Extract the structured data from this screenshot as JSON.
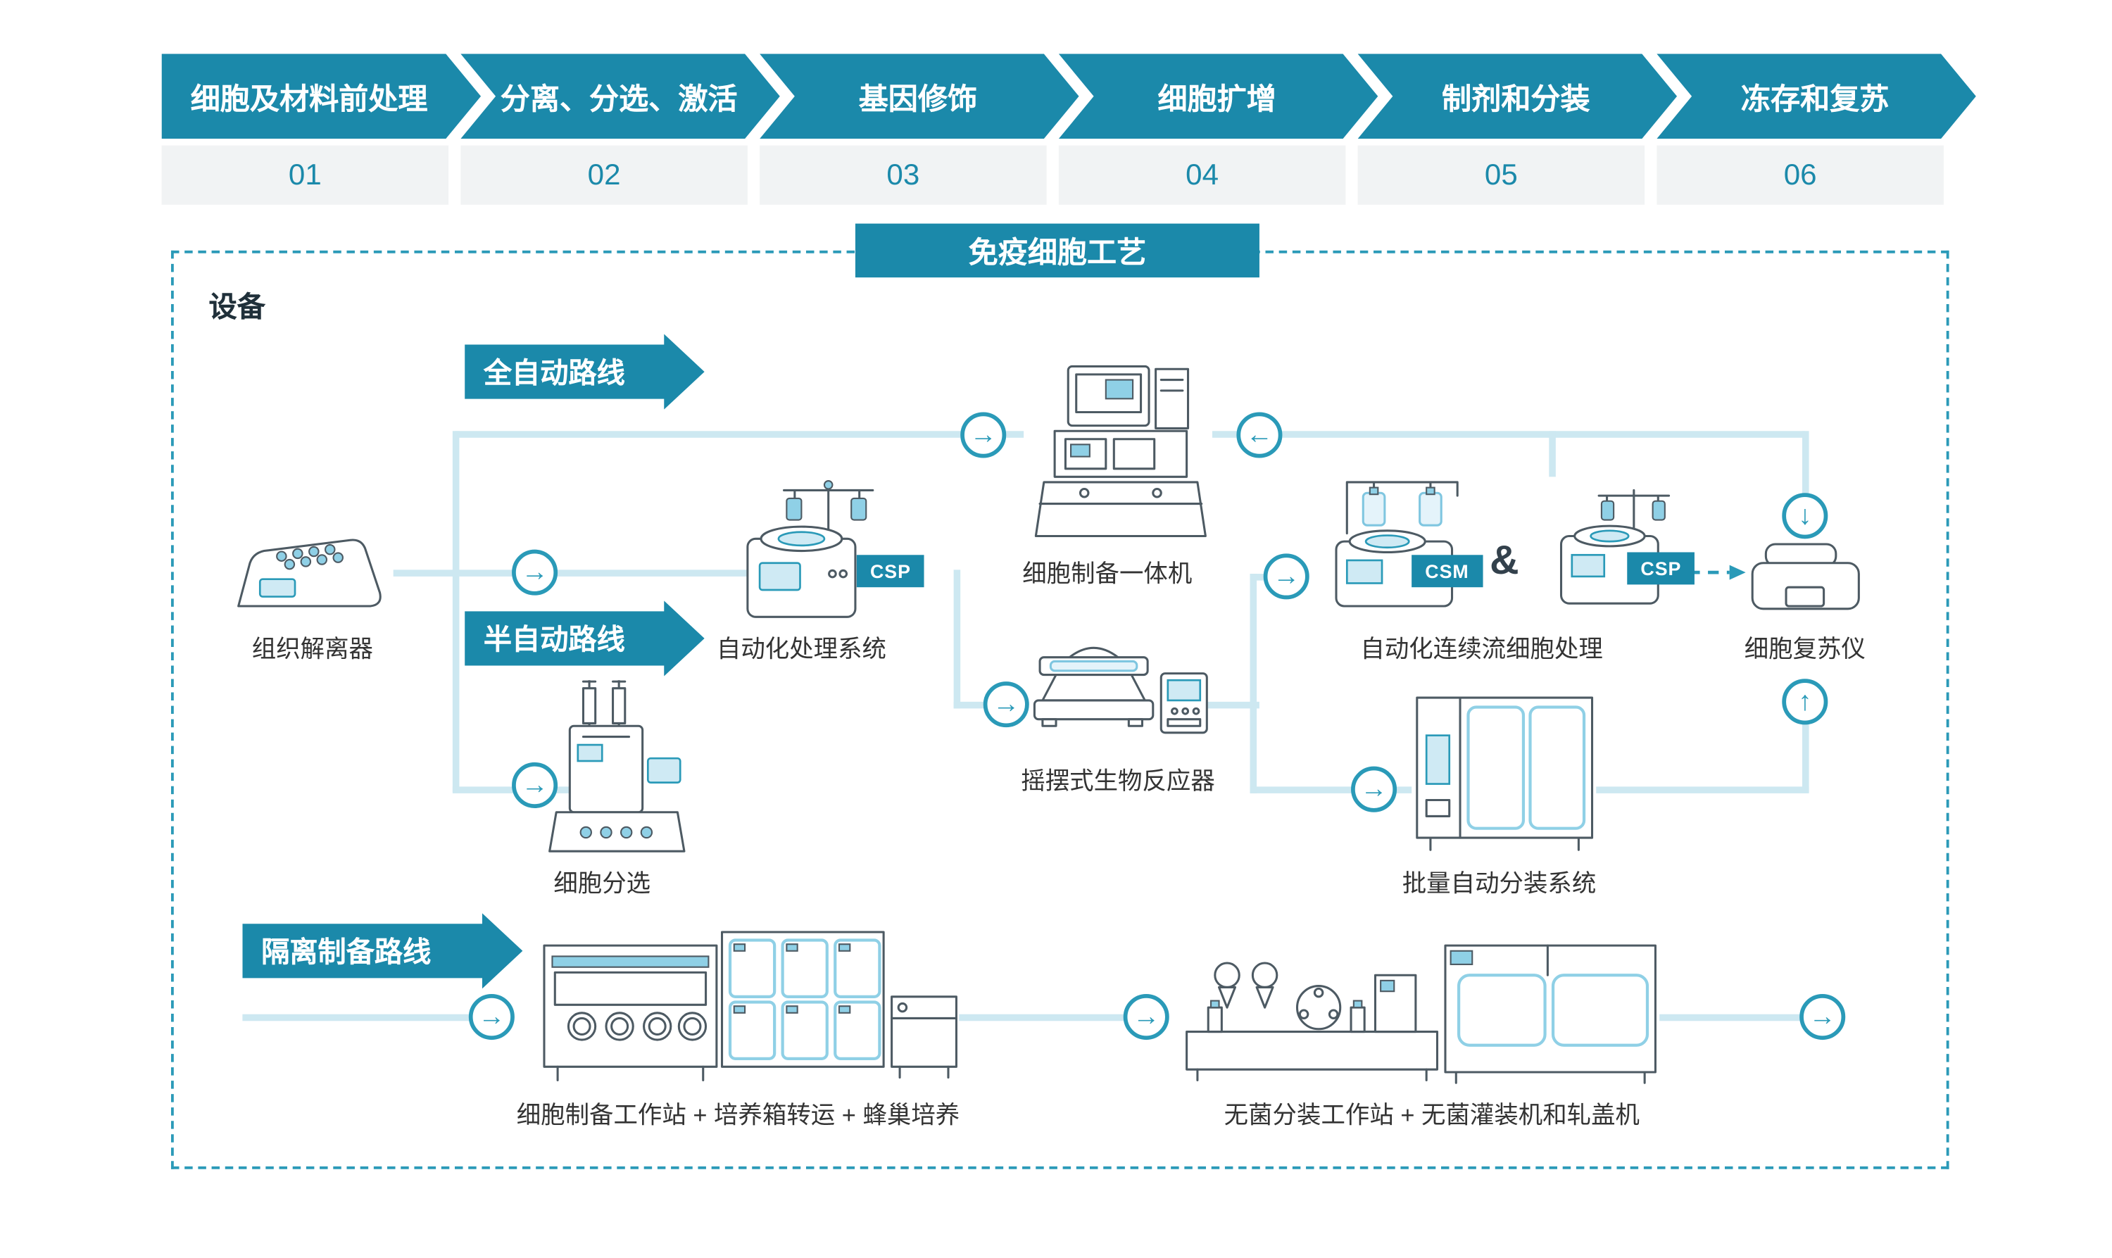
{
  "process_steps": [
    {
      "label": "细胞及材料前处理",
      "number": "01"
    },
    {
      "label": "分离、分选、激活",
      "number": "02"
    },
    {
      "label": "基因修饰",
      "number": "03"
    },
    {
      "label": "细胞扩增",
      "number": "04"
    },
    {
      "label": "制剂和分装",
      "number": "05"
    },
    {
      "label": "冻存和复苏",
      "number": "06"
    }
  ],
  "panel": {
    "title": "免疫细胞工艺",
    "section_label": "设备",
    "routes": {
      "full_auto": "全自动路线",
      "semi_auto": "半自动路线",
      "isolated_prep": "隔离制备路线"
    },
    "equipment": {
      "tissue_dissociator": "组织解离器",
      "automated_processing_system": "自动化处理系统",
      "cell_preparation_machine": "细胞制备一体机",
      "cell_sorting": "细胞分选",
      "rocking_bioreactor": "摇摆式生物反应器",
      "continuous_flow_processing": "自动化连续流细胞处理",
      "cell_thawing_device": "细胞复苏仪",
      "batch_filling_system": "批量自动分装系统",
      "cell_prep_workstation": "细胞制备工作站 + 培养箱转运 + 蜂巢培养",
      "sterile_filling_workstation": "无菌分装工作站 + 无菌灌装机和轧盖机"
    },
    "badges": {
      "csp": "CSP",
      "csm": "CSM",
      "ampersand": "&"
    }
  },
  "icons": {
    "arrow_right": "→",
    "arrow_left": "←",
    "arrow_up": "↑",
    "arrow_down": "↓"
  },
  "colors": {
    "teal": "#1b89aa",
    "light_line": "#cde8f1",
    "band_gray": "#f1f3f4",
    "accent_light": "#8fd0e6"
  }
}
